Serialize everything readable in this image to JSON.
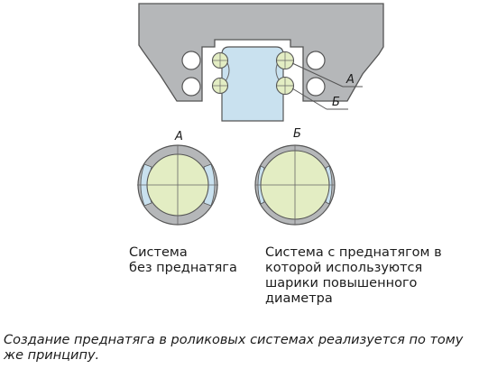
{
  "diagram": {
    "labels": {
      "a": "А",
      "b": "Б"
    },
    "colors": {
      "housing": "#b5b7b9",
      "housing_stroke": "#555555",
      "rail": "#c9e1ef",
      "ball": "#e3edc3",
      "outline": "#555555",
      "hole": "#ffffff"
    }
  },
  "captions": {
    "a_line1": "Система",
    "a_line2": "без преднатяга",
    "b_line1": "Система с преднатягом в",
    "b_line2": "которой используются",
    "b_line3": "шарики повышенного",
    "b_line4": "диаметра"
  },
  "note": "Создание преднатяга в роликовых системах реализуется по тому же принципу."
}
